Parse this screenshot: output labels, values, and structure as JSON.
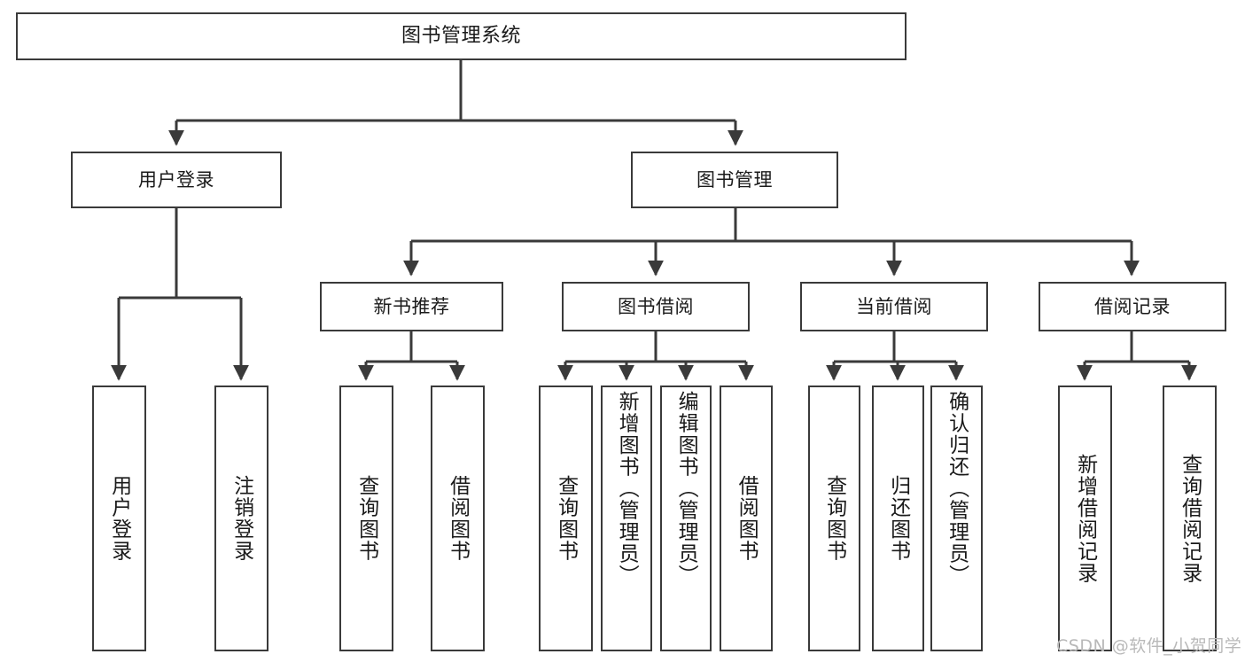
{
  "diagram": {
    "title": "图书管理系统",
    "type": "tree",
    "watermark": "CSDN @软件_小贺同学",
    "colors": {
      "box_border": "#3a3a3a",
      "box_fill": "#ffffff",
      "line": "#3a3a3a",
      "text": "#1a1a1a",
      "watermark": "#b9b9b9",
      "background": "#ffffff"
    },
    "root": {
      "label": "图书管理系统"
    },
    "level1": [
      {
        "label": "用户登录"
      },
      {
        "label": "图书管理"
      }
    ],
    "level2": [
      {
        "label": "新书推荐"
      },
      {
        "label": "图书借阅"
      },
      {
        "label": "当前借阅"
      },
      {
        "label": "借阅记录"
      }
    ],
    "leaves": {
      "user_login": [
        {
          "label": "用户登录"
        },
        {
          "label": "注销登录"
        }
      ],
      "new_book_recommend": [
        {
          "label": "查询图书"
        },
        {
          "label": "借阅图书"
        }
      ],
      "book_borrow": [
        {
          "label": "查询图书"
        },
        {
          "label": "新增图书（管理员）"
        },
        {
          "label": "编辑图书（管理员）"
        },
        {
          "label": "借阅图书"
        }
      ],
      "current_borrow": [
        {
          "label": "查询图书"
        },
        {
          "label": "归还图书"
        },
        {
          "label": "确认归还（管理员）"
        }
      ],
      "borrow_record": [
        {
          "label": "新增借阅记录"
        },
        {
          "label": "查询借阅记录"
        }
      ]
    }
  }
}
